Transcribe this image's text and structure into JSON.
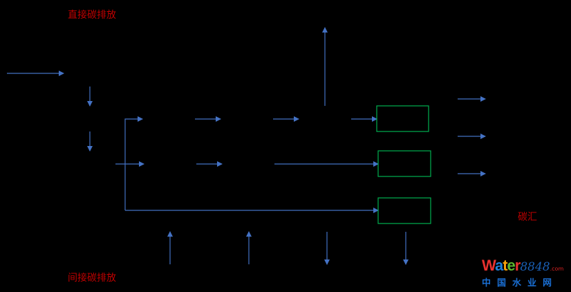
{
  "labels": {
    "direct": "直接碳排放",
    "indirect": "间接碳排放",
    "sink": "碳汇"
  },
  "watermark": {
    "brand": "Water",
    "number": "8848",
    "suffix": ".com",
    "chinese": "中国水业网"
  },
  "colors": {
    "arrow": "#4472c4",
    "box": "#00b050",
    "label": "#c00000"
  }
}
